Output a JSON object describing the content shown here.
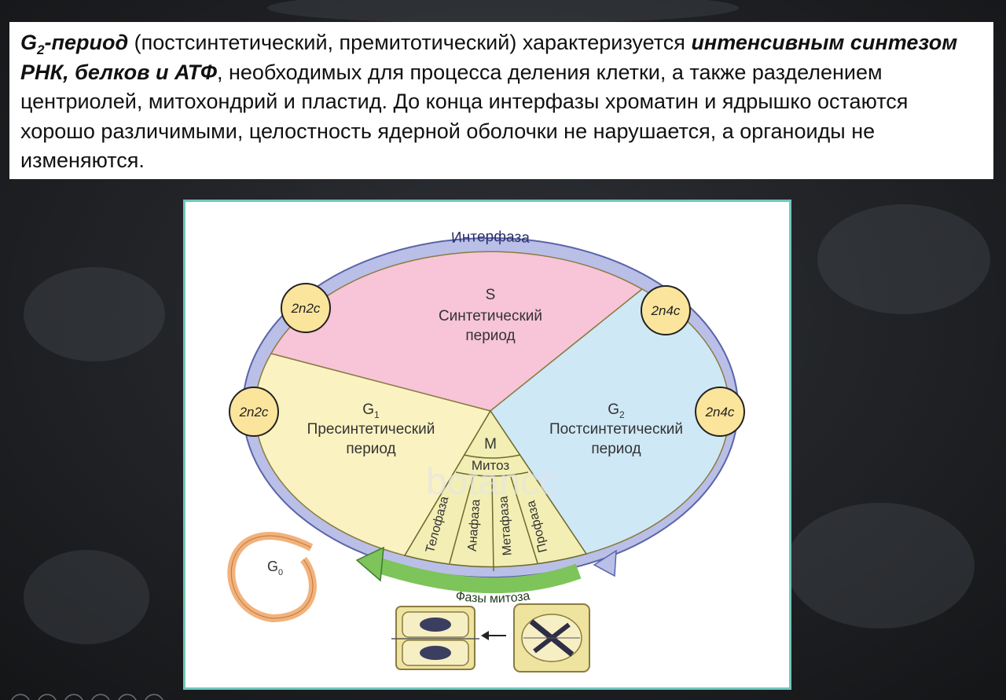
{
  "text_block": {
    "g2_italic": "G",
    "g2_sub": "2",
    "title_term": "-период",
    "seg1": " (постсинтетический, премитотический) характеризуется ",
    "bold_emphasis": "интенсивным синтезом РНК, белков и АТФ",
    "seg2": ", необходимых для процесса деления клетки, а также разделением центриолей, митохондрий и пластид. До конца интерфазы хроматин и ядрышко остаются хорошо различимыми, целостность ядерной оболочки не нарушается, а органоиды не изменяются."
  },
  "diagram": {
    "interphase_label": "Интерфаза",
    "s_letter": "S",
    "s_name": "Синтетический",
    "s_word": "период",
    "g1_letter": "G",
    "g1_sub": "1",
    "g1_name": "Пресинтетический",
    "g1_word": "период",
    "g2_letter": "G",
    "g2_sub": "2",
    "g2_name": "Постсинтетический",
    "g2_word": "период",
    "m_letter": "M",
    "mitosis_label": "Митоз",
    "phases": [
      "Телофаза",
      "Анафаза",
      "Метафаза",
      "Профаза"
    ],
    "phases_label_1": "Фазы",
    "phases_label_2": "митоза",
    "g0_letter": "G",
    "g0_sub": "0",
    "ploidy_top_left": "2n2c",
    "ploidy_mid_left": "2n2c",
    "ploidy_top_right": "2n4c",
    "ploidy_mid_right": "2n4c",
    "watermark": "botancc"
  },
  "colors": {
    "s_sector": "#f7c4d8",
    "g1_sector": "#fbf2c2",
    "g2_sector": "#cfe8f6",
    "mitosis_sector": "#f3efb4",
    "outer_ring": "#b9bfe6",
    "green_arrow": "#7dc45a",
    "g0_loop": "#f2b27c",
    "ploidy_circle": "#fbe59c",
    "figure_border": "#6fc7be"
  }
}
